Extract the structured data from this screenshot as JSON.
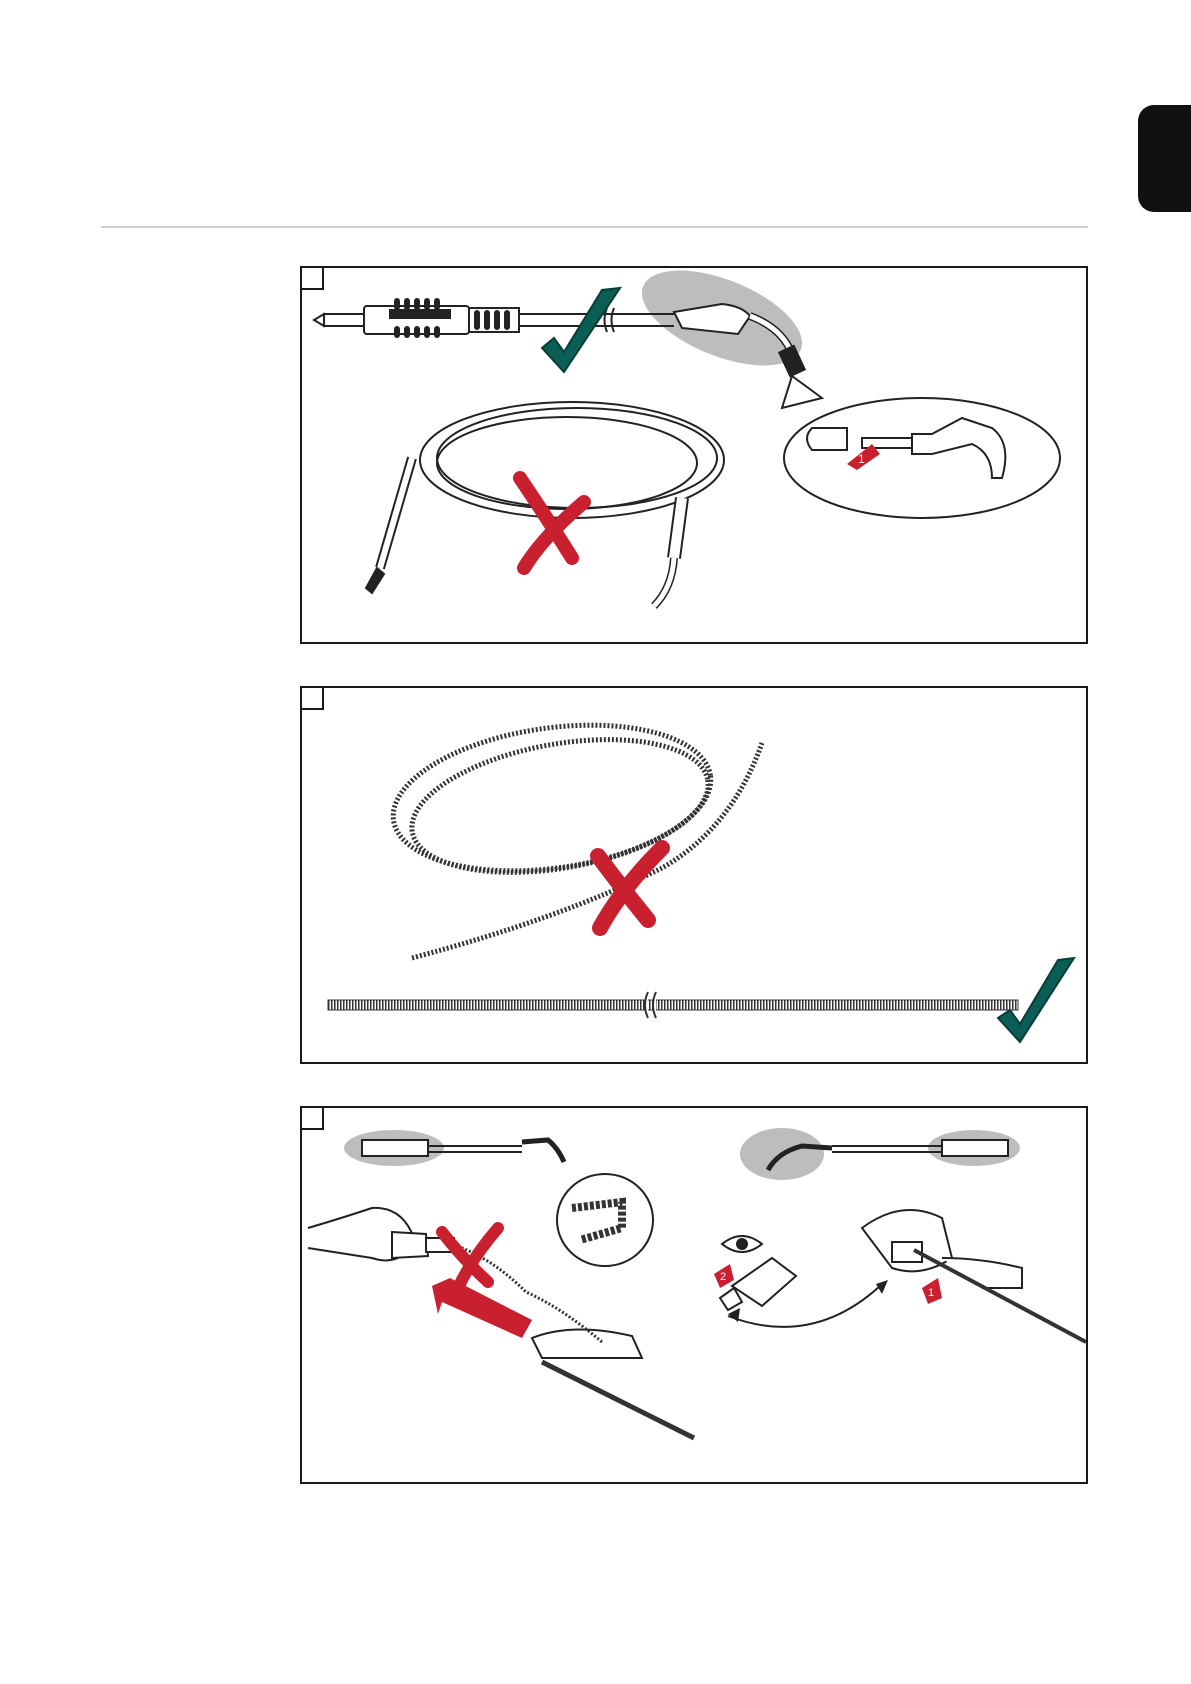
{
  "page": {
    "side_tab_color": "#111111",
    "rule_color": "#cfcfcf"
  },
  "colors": {
    "check": "#0b5e55",
    "cross": "#c8202f",
    "arrow": "#c8202f",
    "highlight": "#bdbdbd"
  },
  "steps": [
    {
      "number": "",
      "icons": [
        "welding-torch",
        "check-icon",
        "coiled-torch",
        "cross-icon",
        "magnifier-callout",
        "arrow-1-icon"
      ]
    },
    {
      "number": "",
      "icons": [
        "coiled-liner",
        "cross-icon",
        "straight-liner",
        "check-icon"
      ]
    },
    {
      "number": "",
      "icons": [
        "torch-highlight-left",
        "torch-highlight-right",
        "hand-icon",
        "cross-icon",
        "arrow-icon",
        "eye-icon",
        "arrow-1-icon",
        "arrow-2-icon"
      ]
    }
  ],
  "badges": {
    "one": "1",
    "two": "2"
  }
}
